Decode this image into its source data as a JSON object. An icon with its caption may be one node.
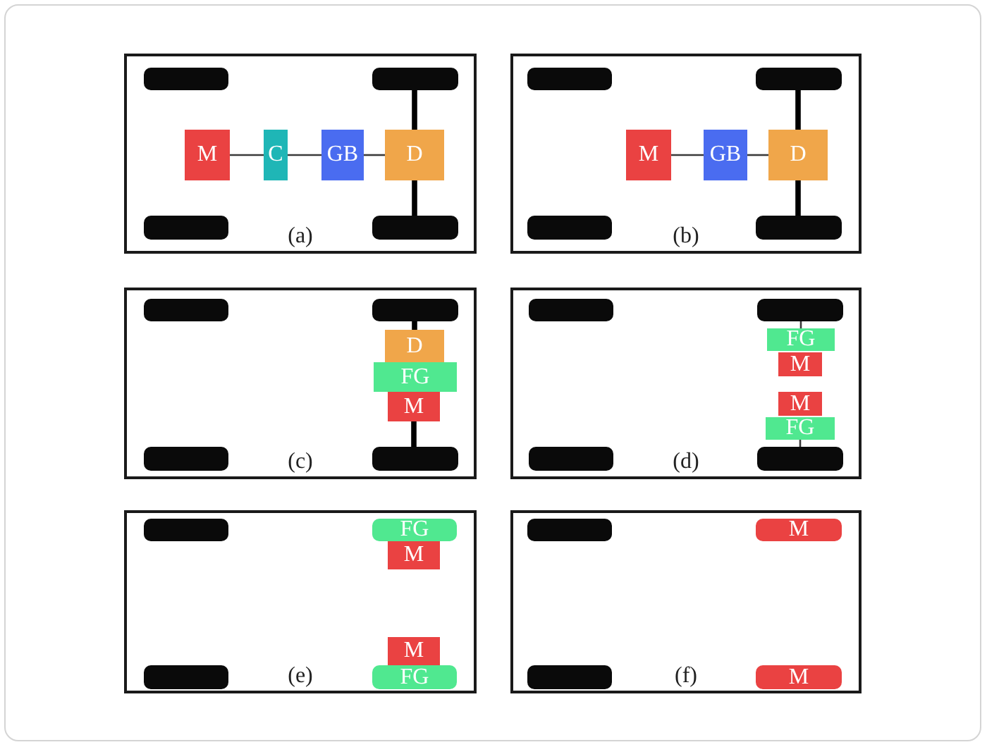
{
  "diagram": {
    "nodes": [
      {
        "text": [
          "(a)"
        ]
      },
      {
        "text": [],
        "shape": "bar",
        "in": 0
      },
      {
        "text": [],
        "shape": "bar",
        "in": 0
      },
      {
        "text": [
          "M"
        ],
        "in": 0
      },
      {
        "text": [
          "C"
        ],
        "in": 0
      },
      {
        "text": [
          "GB"
        ],
        "in": 0
      },
      {
        "text": [
          "D"
        ],
        "in": 0
      },
      {
        "text": [],
        "shape": "bar",
        "in": 0
      },
      {
        "text": [],
        "shape": "bar",
        "in": 0
      },
      {
        "text": [
          "(b)"
        ]
      },
      {
        "text": [],
        "shape": "bar",
        "in": 9
      },
      {
        "text": [],
        "shape": "bar",
        "in": 9
      },
      {
        "text": [
          "M"
        ],
        "in": 9
      },
      {
        "text": [
          "GB"
        ],
        "in": 9
      },
      {
        "text": [
          "D"
        ],
        "in": 9
      },
      {
        "text": [],
        "shape": "bar",
        "in": 9
      },
      {
        "text": [],
        "shape": "bar",
        "in": 9
      },
      {
        "text": [
          "(c)"
        ]
      },
      {
        "text": [],
        "shape": "bar",
        "in": 17
      },
      {
        "text": [],
        "shape": "bar",
        "in": 17
      },
      {
        "text": [
          "D"
        ],
        "in": 17
      },
      {
        "text": [
          "FG"
        ],
        "in": 17
      },
      {
        "text": [
          "M"
        ],
        "in": 17
      },
      {
        "text": [],
        "shape": "bar",
        "in": 17
      },
      {
        "text": [],
        "shape": "bar",
        "in": 17
      },
      {
        "text": [
          "(d)"
        ]
      },
      {
        "text": [],
        "shape": "bar",
        "in": 25
      },
      {
        "text": [],
        "shape": "bar",
        "in": 25
      },
      {
        "text": [
          "FG"
        ],
        "in": 25
      },
      {
        "text": [
          "M"
        ],
        "in": 25
      },
      {
        "text": [
          "M"
        ],
        "in": 25
      },
      {
        "text": [
          "FG"
        ],
        "in": 25
      },
      {
        "text": [],
        "shape": "bar",
        "in": 25
      },
      {
        "text": [],
        "shape": "bar",
        "in": 25
      },
      {
        "text": [
          "(e)"
        ]
      },
      {
        "text": [],
        "shape": "bar",
        "in": 34
      },
      {
        "text": [
          "FG"
        ],
        "in": 34
      },
      {
        "text": [
          "M"
        ],
        "in": 34
      },
      {
        "text": [
          "M"
        ],
        "in": 34
      },
      {
        "text": [],
        "shape": "bar",
        "in": 34
      },
      {
        "text": [
          "FG"
        ],
        "in": 34
      },
      {
        "text": [
          "(f)"
        ]
      },
      {
        "text": [],
        "shape": "bar",
        "in": 41
      },
      {
        "text": [
          "M"
        ],
        "in": 41
      },
      {
        "text": [],
        "shape": "bar",
        "in": 41
      },
      {
        "text": [
          "M"
        ],
        "in": 41
      }
    ],
    "edges": [
      {
        "from": 2,
        "to": 6,
        "arrow": "none",
        "style": "thick"
      },
      {
        "from": 3,
        "to": 4,
        "arrow": "none"
      },
      {
        "from": 4,
        "to": 5,
        "arrow": "none"
      },
      {
        "from": 5,
        "to": 6,
        "arrow": "none"
      },
      {
        "from": 6,
        "to": 8,
        "arrow": "none",
        "style": "thick"
      },
      {
        "from": 11,
        "to": 14,
        "arrow": "none",
        "style": "thick"
      },
      {
        "from": 12,
        "to": 13,
        "arrow": "none"
      },
      {
        "from": 13,
        "to": 14,
        "arrow": "none"
      },
      {
        "from": 14,
        "to": 16,
        "arrow": "none",
        "style": "thick"
      },
      {
        "from": 19,
        "to": 20,
        "arrow": "none",
        "style": "thick"
      },
      {
        "from": 22,
        "to": 24,
        "arrow": "none",
        "style": "thick"
      },
      {
        "from": 27,
        "to": 28,
        "arrow": "none"
      },
      {
        "from": 31,
        "to": 33,
        "arrow": "none"
      }
    ]
  }
}
